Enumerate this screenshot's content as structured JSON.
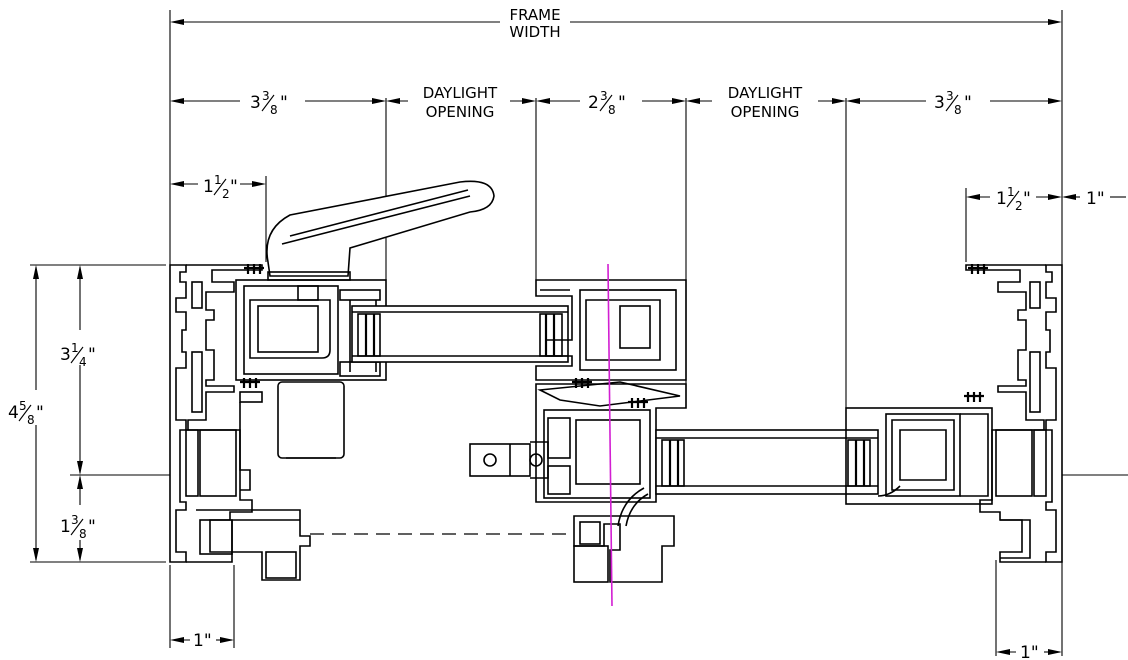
{
  "dimensions": {
    "frame_width_line1": "FRAME",
    "frame_width_line2": "WIDTH",
    "daylight_left_line1": "DAYLIGHT",
    "daylight_left_line2": "OPENING",
    "daylight_right_line1": "DAYLIGHT",
    "daylight_right_line2": "OPENING",
    "left_sash_whole": "3",
    "left_sash_num": "3",
    "left_sash_den": "8",
    "left_sash_unit": "\"",
    "mid_whole": "2",
    "mid_num": "3",
    "mid_den": "8",
    "mid_unit": "\"",
    "right_sash_whole": "3",
    "right_sash_num": "3",
    "right_sash_den": "8",
    "right_sash_unit": "\"",
    "left_frame_whole": "1",
    "left_frame_num": "1",
    "left_frame_den": "2",
    "left_frame_unit": "\"",
    "right_frame_whole": "1",
    "right_frame_num": "1",
    "right_frame_den": "2",
    "right_frame_unit": "\"",
    "right_one_inch": "1\"",
    "vert_upper_whole": "3",
    "vert_upper_num": "1",
    "vert_upper_den": "4",
    "vert_upper_unit": "\"",
    "vert_total_whole": "4",
    "vert_total_num": "5",
    "vert_total_den": "8",
    "vert_total_unit": "\"",
    "vert_lower_whole": "1",
    "vert_lower_num": "3",
    "vert_lower_den": "8",
    "vert_lower_unit": "\"",
    "bottom_left_one_inch": "1\"",
    "bottom_right_one_inch": "1\""
  },
  "colors": {
    "line": "#000000",
    "centerline": "#d21ed2",
    "background": "#ffffff"
  }
}
